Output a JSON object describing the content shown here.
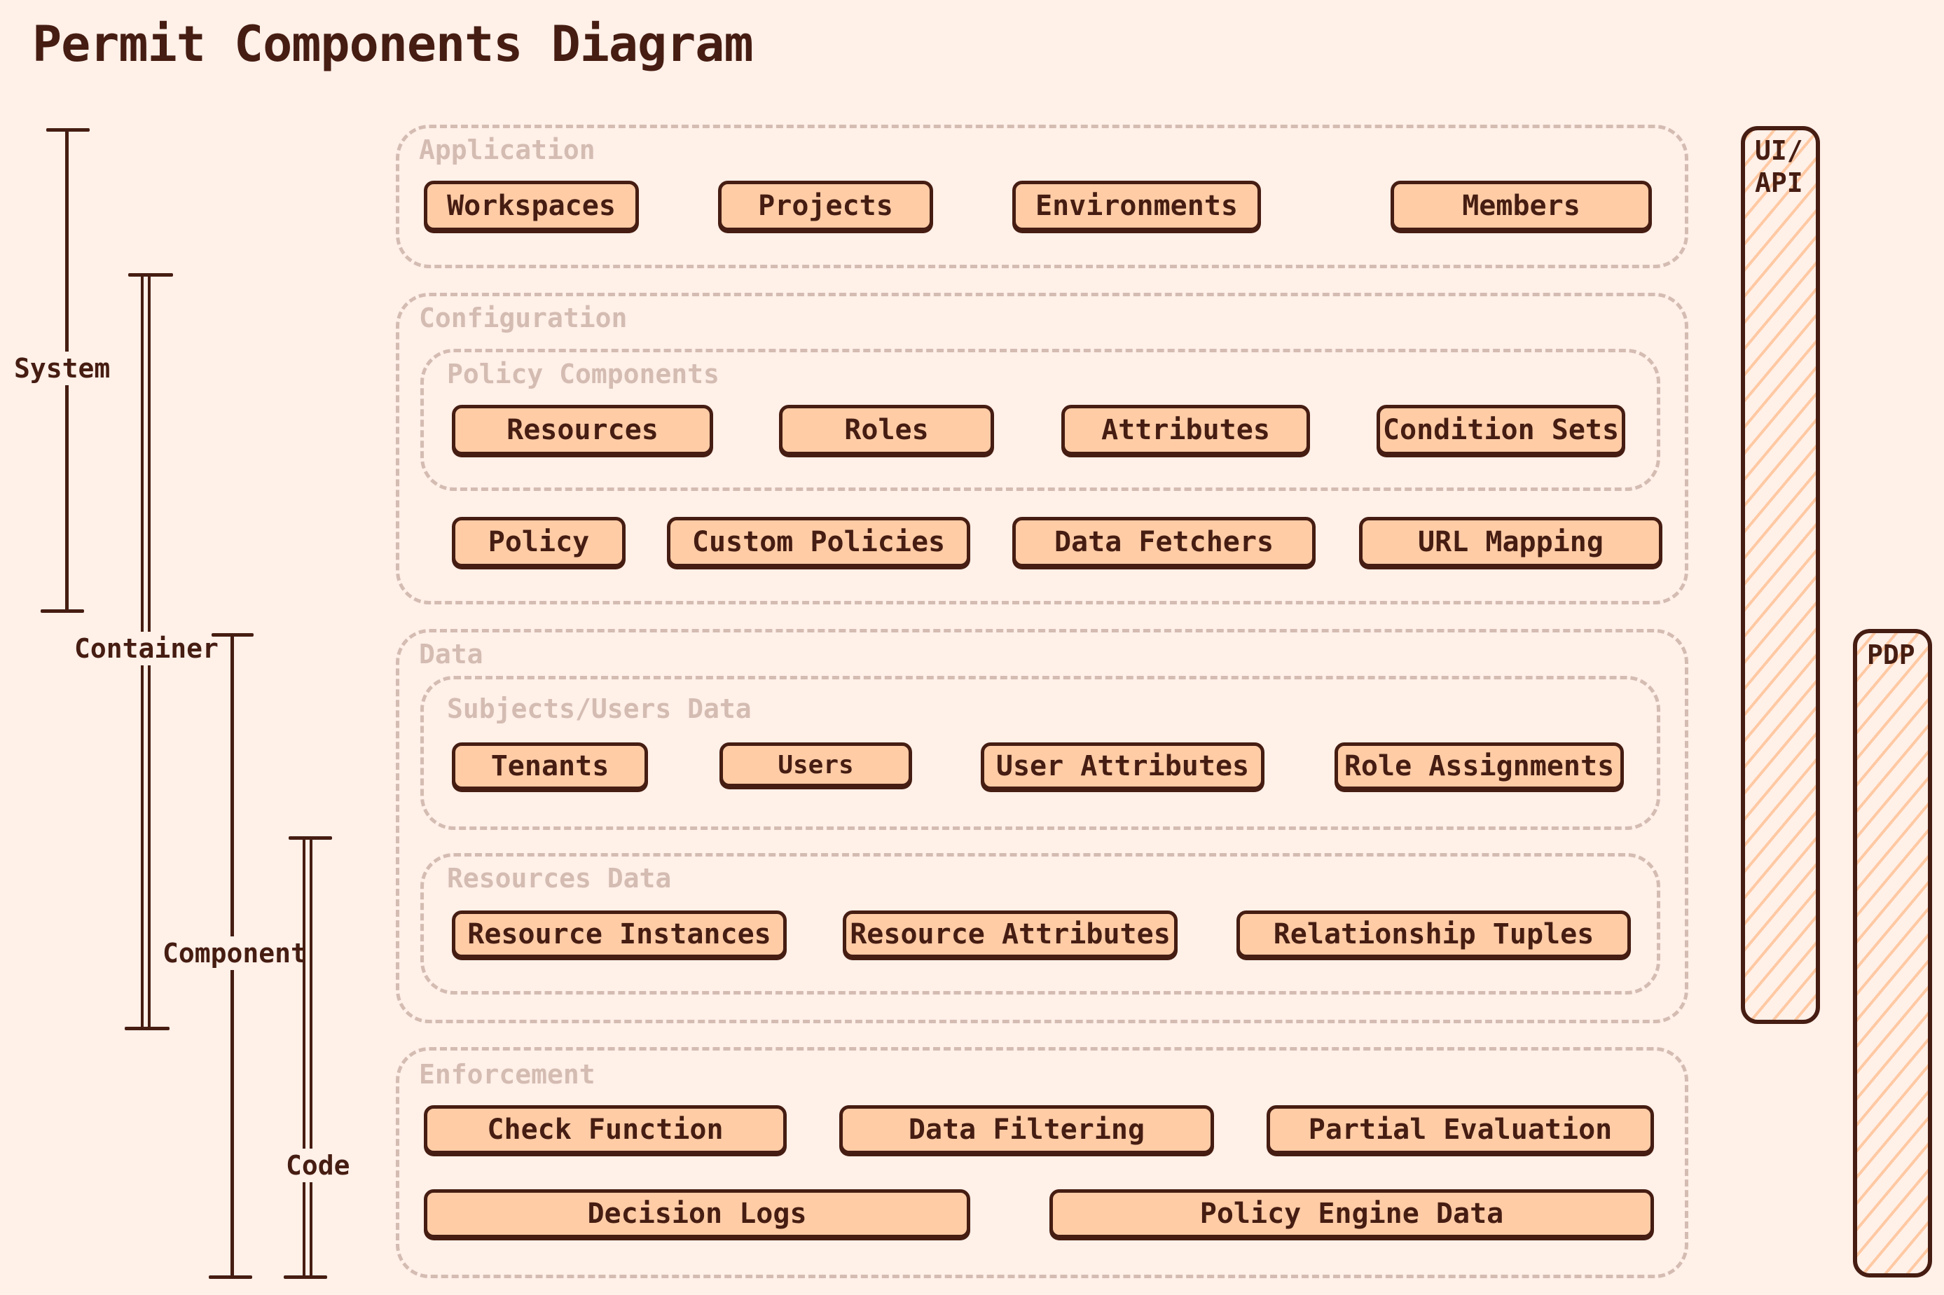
{
  "title": "Permit Components Diagram",
  "colors": {
    "background": "#fff0e8",
    "ink": "#461d12",
    "box_fill": "#ffcca6",
    "group_border": "#d4bcb2",
    "hatch": "#ffc9a3"
  },
  "scales": [
    {
      "label": "System"
    },
    {
      "label": "Container"
    },
    {
      "label": "Component"
    },
    {
      "label": "Code"
    }
  ],
  "groups": {
    "application": {
      "label": "Application",
      "items": [
        "Workspaces",
        "Projects",
        "Environments",
        "Members"
      ]
    },
    "configuration": {
      "label": "Configuration",
      "policy_components": {
        "label": "Policy Components",
        "items": [
          "Resources",
          "Roles",
          "Attributes",
          "Condition Sets"
        ]
      },
      "items": [
        "Policy",
        "Custom Policies",
        "Data Fetchers",
        "URL Mapping"
      ]
    },
    "data": {
      "label": "Data",
      "subjects": {
        "label": "Subjects/Users Data",
        "items": [
          "Tenants",
          "Users",
          "User Attributes",
          "Role Assignments"
        ]
      },
      "resources": {
        "label": "Resources Data",
        "items": [
          "Resource Instances",
          "Resource Attributes",
          "Relationship Tuples"
        ]
      }
    },
    "enforcement": {
      "label": "Enforcement",
      "items": [
        "Check Function",
        "Data Filtering",
        "Partial Evaluation",
        "Decision Logs",
        "Policy Engine Data"
      ]
    }
  },
  "side_bars": [
    {
      "label_line1": "UI/",
      "label_line2": "API"
    },
    {
      "label_line1": "PDP",
      "label_line2": ""
    }
  ]
}
